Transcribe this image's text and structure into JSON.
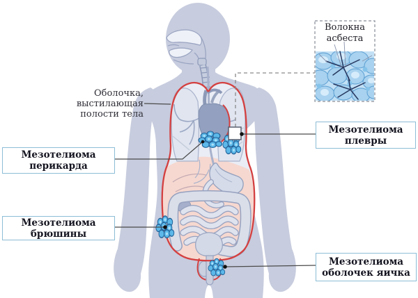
{
  "inset": {
    "title_line1": "Волокна",
    "title_line2": "асбеста"
  },
  "membrane_label": {
    "line1": "Оболочка,",
    "line2": "выстилающая",
    "line3": "полости тела"
  },
  "callouts": {
    "pericardium": {
      "line1": "Мезотелиома",
      "line2": "перикарда"
    },
    "pleura": {
      "line1": "Мезотелиома",
      "line2": "плевры"
    },
    "peritoneum": {
      "line1": "Мезотелиома",
      "line2": "брюшины"
    },
    "testicle": {
      "line1": "Мезотелиома",
      "line2": "оболочек яичка"
    }
  },
  "colors": {
    "membrane_red": "#d44040",
    "tumor_blue": "#5cb8e8",
    "tumor_outline": "#1f5f96",
    "silhouette": "#c7ccde",
    "abdomen_pink": "#f6d8d0",
    "box_border": "#8cbdd6",
    "connector": "#4a4a4a"
  }
}
